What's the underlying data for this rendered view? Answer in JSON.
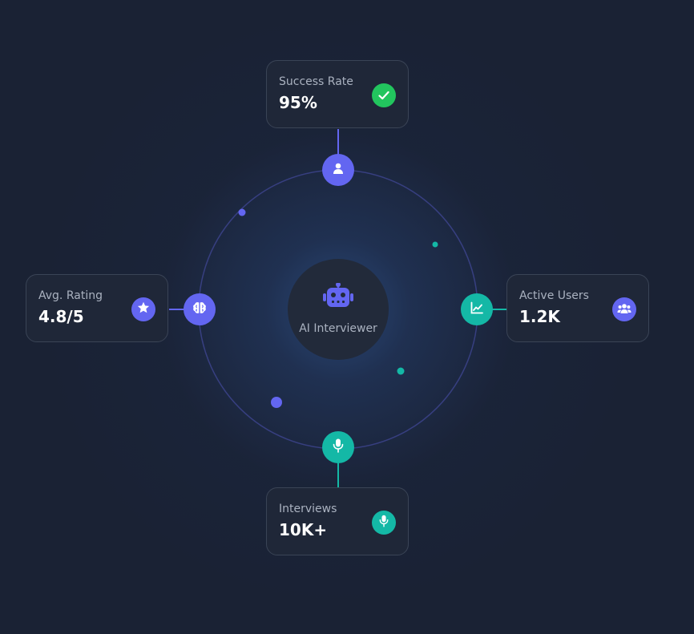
{
  "center": {
    "title": "AI Interviewer",
    "icon": "robot-icon"
  },
  "cards": {
    "top": {
      "label": "Success Rate",
      "value": "95%",
      "badge_icon": "check-icon",
      "badge_color": "#22c55e"
    },
    "right": {
      "label": "Active Users",
      "value": "1.2K",
      "badge_icon": "users-icon",
      "badge_color": "#6366f1"
    },
    "bottom": {
      "label": "Interviews",
      "value": "10K+",
      "badge_icon": "microphone-icon",
      "badge_color": "#14b8a6"
    },
    "left": {
      "label": "Avg. Rating",
      "value": "4.8/5",
      "badge_icon": "star-icon",
      "badge_color": "#6366f1"
    }
  },
  "nodes": {
    "top": {
      "icon": "user-icon",
      "color": "#6366f1"
    },
    "right": {
      "icon": "chart-line-icon",
      "color": "#14b8a6"
    },
    "bottom": {
      "icon": "microphone-icon",
      "color": "#14b8a6"
    },
    "left": {
      "icon": "brain-icon",
      "color": "#6366f1"
    }
  },
  "colors": {
    "background": "#1a2234",
    "indigo": "#6366f1",
    "teal": "#14b8a6",
    "green": "#22c55e",
    "orbit": "#373f80"
  }
}
